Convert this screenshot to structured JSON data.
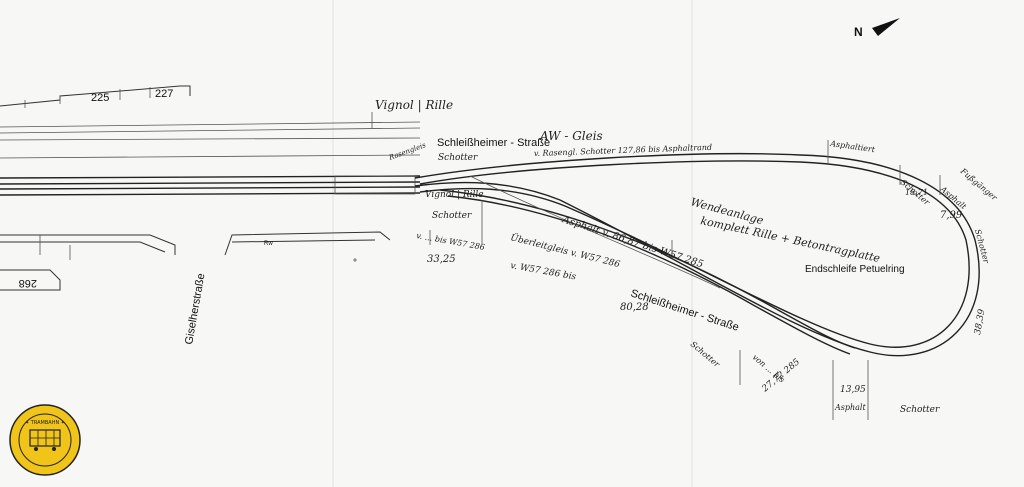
{
  "buildings": {
    "lot_a": "225",
    "lot_b": "227",
    "lot_c": "268"
  },
  "streets": {
    "schleissheimer_top": "Schleißheimer - Straße",
    "schleissheimer_bottom": "Schleißheimer - Straße",
    "giselher": "Giselherstraße"
  },
  "notes": {
    "vignol_rille": "Vignol | Rille",
    "schotter_1": "Schotter",
    "rasengleis": "Rasengleis",
    "vignol_rille_2": "Vignol | Rille",
    "schotter_2": "Schotter",
    "aw_gleis": "AW - Gleis",
    "rasengl_schotter": "v. Rasengl. Schotter 127,86 bis Asphaltrand",
    "asphaltiert_1": "Asphaltiert",
    "wendeanlage": "Wendeanlage",
    "komplett": "komplett Rille + Betontragplatte",
    "endschleife": "Endschleife Petuelring",
    "asphalt_1": "Asphalt",
    "schotter_3": "Schotter",
    "fussgaenger": "Fußgänger",
    "asphalt_2": "Asphalt",
    "v_bis_w": "v. ... bis W57 286",
    "km_3325": "33,25",
    "asphalt_v": "Asphalt v. 86,87 bis W57 285",
    "ueberleitgleis": "Überleitgleis v. W57 286",
    "v_w57": "v. W57 286 bis",
    "km_8028": "80,28",
    "schotter_4": "Schotter",
    "von_bis": "von ... bis",
    "km_2772": "27,72 285",
    "asphalt_3": "Asphalt",
    "km_1395": "13,95",
    "schotter_5": "Schotter",
    "schotter_6": "Schotter",
    "km_3839": "38,39",
    "km_799": "7,99",
    "km_1871": "18,71"
  },
  "north_arrow_label": "N",
  "logo": {
    "text": "Münchner Trambahn"
  }
}
